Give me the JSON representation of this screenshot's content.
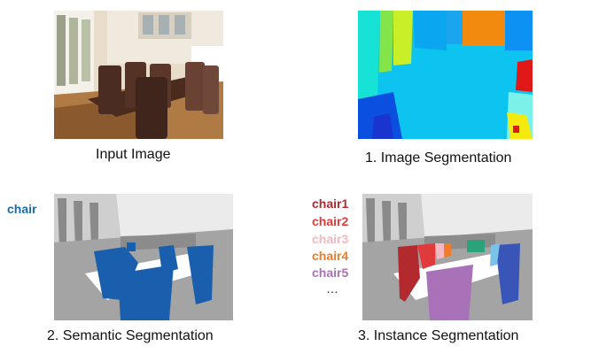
{
  "panels": {
    "input": {
      "caption": "Input Image"
    },
    "image_seg": {
      "caption": "1. Image Segmentation"
    },
    "semantic_seg": {
      "caption": "2. Semantic Segmentation",
      "class_label": "chair",
      "class_color": "#1a6ea8"
    },
    "instance_seg": {
      "caption": "3. Instance Segmentation",
      "instances": [
        {
          "label": "chair1",
          "color": "#b22a2e"
        },
        {
          "label": "chair2",
          "color": "#e03a3a"
        },
        {
          "label": "chair3",
          "color": "#f4b8c2"
        },
        {
          "label": "chair4",
          "color": "#f07c2a"
        },
        {
          "label": "chair5",
          "color": "#a971b8"
        }
      ],
      "ellipsis": "…"
    }
  }
}
